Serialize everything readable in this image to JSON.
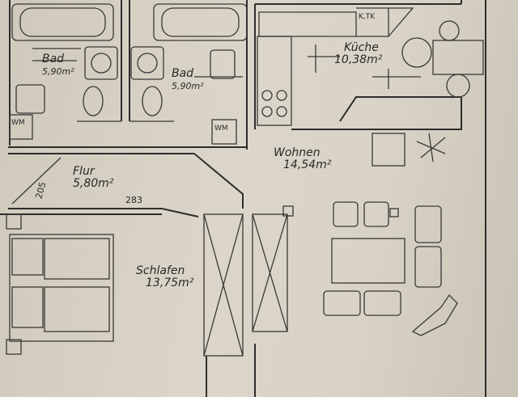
{
  "rooms": {
    "bath_left": {
      "name": "Bad",
      "area": "5,90m²"
    },
    "bath_right": {
      "name": "Bad",
      "area": "5,90m²"
    },
    "kitchen": {
      "name": "Küche",
      "area": "10,38m²",
      "appliance": "K,TK"
    },
    "living": {
      "name": "Wohnen",
      "area": "14,54m²"
    },
    "hall": {
      "name": "Flur",
      "area": "5,80m²",
      "dim_a": "205",
      "dim_b": "283"
    },
    "bedroom": {
      "name": "Schlafen",
      "area": "13,75m²"
    }
  },
  "labels": {
    "washer_left": "WM",
    "washer_right": "WM"
  }
}
